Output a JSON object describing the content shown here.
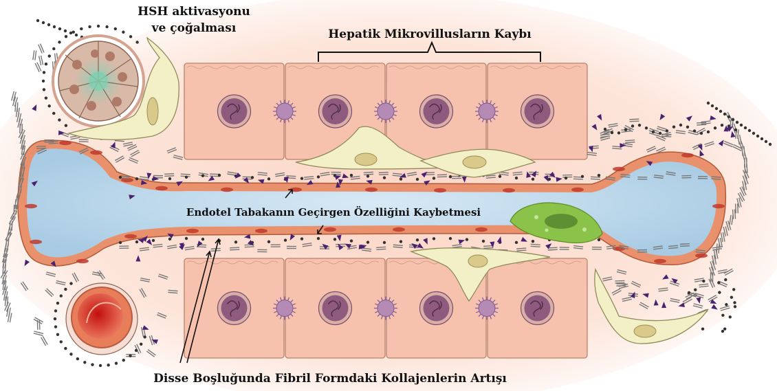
{
  "labels": {
    "hsc_line1": "HSH aktivasyonu",
    "hsc_line2": "ve çoğalması",
    "microvilli": "Hepatik Mikrovillusların Kaybı",
    "endothelium": "Endotel Tabakanın Geçirgen Özelliğini Kaybetmesi",
    "collagen": "Disse Boşluğunda Fibril Formdaki Kollajenlerin Artışı"
  },
  "colors": {
    "tissue_background": "#fde5da",
    "hepatocyte": "#f6c2ad",
    "hepatocyte_border": "#b9826b",
    "nucleus": "#8e5b7e",
    "sinusoid_lumen": "#b9d6ea",
    "endothelium": "#e8916c",
    "stellate_cell": "#f3f0c8",
    "kupffer_cell": "#8bc34a",
    "collagen_fibril": "#777777",
    "matrix_marker": "#4a2370"
  },
  "icons": [
    "bile-duct-icon",
    "hepatic-artery-icon",
    "stellate-cell-icon",
    "kupffer-cell-icon",
    "collagen-fibril-icon",
    "triangle-marker-icon",
    "dot-marker-icon"
  ]
}
